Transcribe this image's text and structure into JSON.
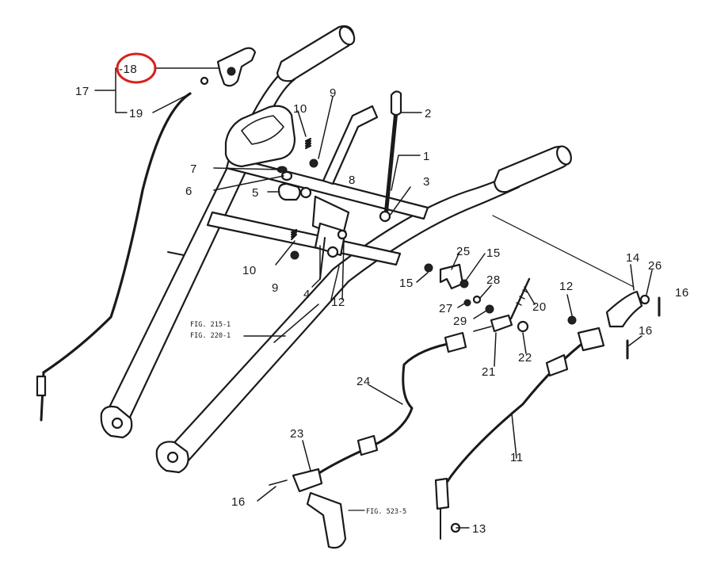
{
  "diagram": {
    "callouts": [
      {
        "id": "c18",
        "text": "-18"
      },
      {
        "id": "c17",
        "text": "17"
      },
      {
        "id": "c19",
        "text": "19"
      },
      {
        "id": "c10a",
        "text": "10"
      },
      {
        "id": "c9a",
        "text": "9"
      },
      {
        "id": "c2",
        "text": "2"
      },
      {
        "id": "c1",
        "text": "1"
      },
      {
        "id": "c3",
        "text": "3"
      },
      {
        "id": "c7",
        "text": "7"
      },
      {
        "id": "c6",
        "text": "6"
      },
      {
        "id": "c5",
        "text": "5"
      },
      {
        "id": "c8",
        "text": "8"
      },
      {
        "id": "c10b",
        "text": "10"
      },
      {
        "id": "c9b",
        "text": "9"
      },
      {
        "id": "c4",
        "text": "4"
      },
      {
        "id": "c12a",
        "text": "12"
      },
      {
        "id": "c25",
        "text": "25"
      },
      {
        "id": "c15a",
        "text": "15"
      },
      {
        "id": "c15b",
        "text": "15"
      },
      {
        "id": "c28",
        "text": "28"
      },
      {
        "id": "c27",
        "text": "27"
      },
      {
        "id": "c29",
        "text": "29"
      },
      {
        "id": "c20",
        "text": "20"
      },
      {
        "id": "c21",
        "text": "21"
      },
      {
        "id": "c22",
        "text": "22"
      },
      {
        "id": "c12b",
        "text": "12"
      },
      {
        "id": "c14",
        "text": "14"
      },
      {
        "id": "c26",
        "text": "26"
      },
      {
        "id": "c16a",
        "text": "16"
      },
      {
        "id": "c16b",
        "text": "16"
      },
      {
        "id": "c24",
        "text": "24"
      },
      {
        "id": "c23",
        "text": "23"
      },
      {
        "id": "c16c",
        "text": "16"
      },
      {
        "id": "c11",
        "text": "11"
      },
      {
        "id": "c13",
        "text": "13"
      }
    ],
    "figure_refs": [
      {
        "id": "ref1",
        "text": "FIG. 215-1"
      },
      {
        "id": "ref2",
        "text": "FIG. 220-1"
      },
      {
        "id": "ref3",
        "text": "FIG. 523-5"
      }
    ],
    "highlight": {
      "target": "-18",
      "color": "#d9201c"
    }
  }
}
